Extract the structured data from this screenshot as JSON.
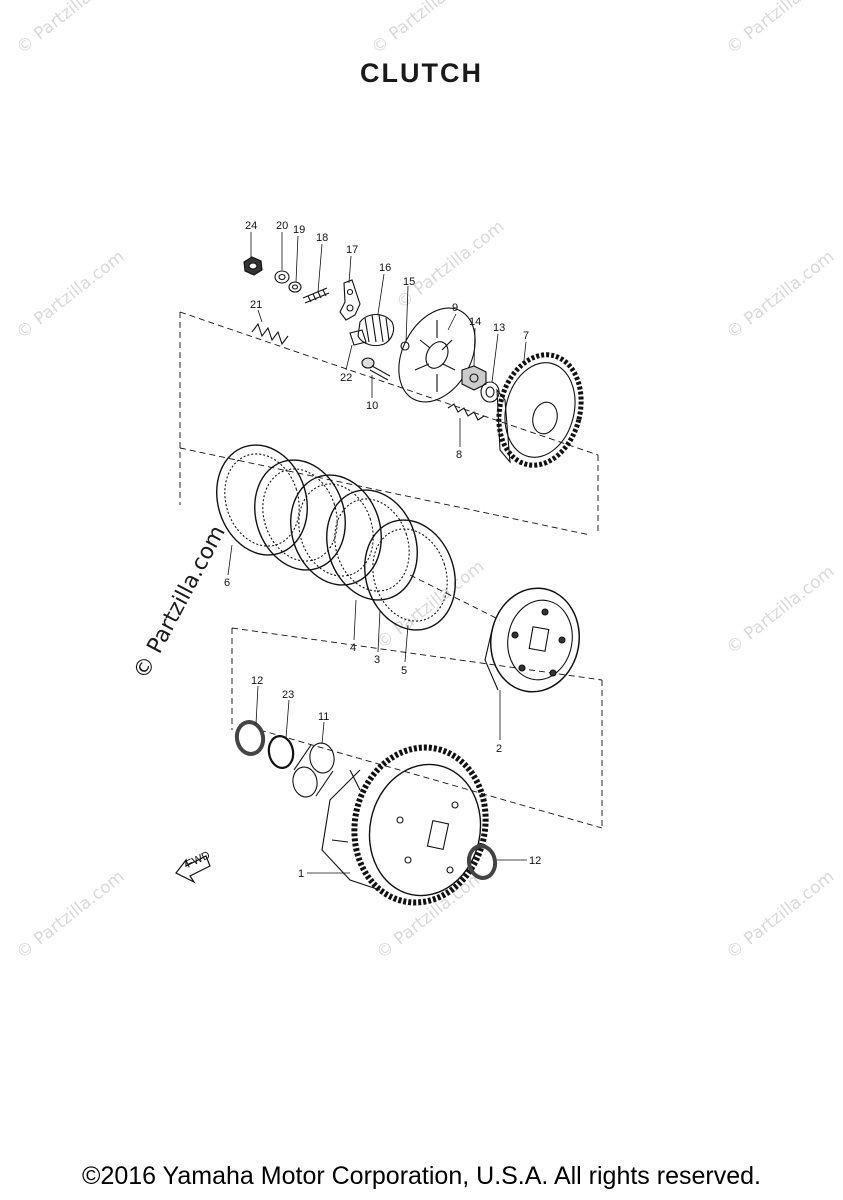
{
  "title": "CLUTCH",
  "copyright": "©2016 Yamaha Motor Corporation, U.S.A. All rights reserved.",
  "watermark": "© Partzilla.com",
  "fwd_label": "FWD",
  "callouts": [
    "24",
    "20",
    "19",
    "18",
    "17",
    "16",
    "15",
    "9",
    "14",
    "13",
    "7",
    "21",
    "22",
    "10",
    "8",
    "6",
    "4",
    "3",
    "5",
    "2",
    "12",
    "23",
    "11",
    "12",
    "1"
  ]
}
